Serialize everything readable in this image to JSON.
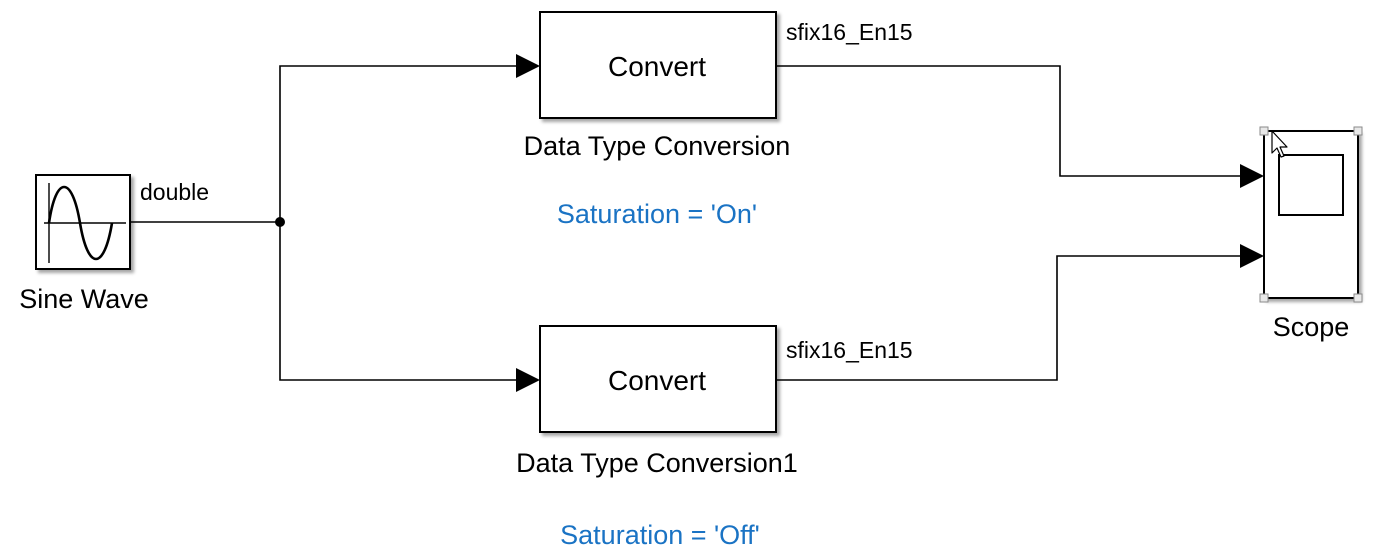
{
  "blocks": {
    "sine_wave": {
      "label": "Sine Wave"
    },
    "convert_1": {
      "text": "Convert",
      "label": "Data Type Conversion"
    },
    "convert_2": {
      "text": "Convert",
      "label": "Data Type Conversion1"
    },
    "scope": {
      "label": "Scope"
    }
  },
  "signals": {
    "sine_out": "double",
    "convert_1_out": "sfix16_En15",
    "convert_2_out": "sfix16_En15"
  },
  "annotations": {
    "saturation_on": "Saturation = 'On'",
    "saturation_off": "Saturation = 'Off'"
  },
  "colors": {
    "annotation": "#1a73c4",
    "line": "#000000",
    "handle": "#a0a0a0"
  }
}
